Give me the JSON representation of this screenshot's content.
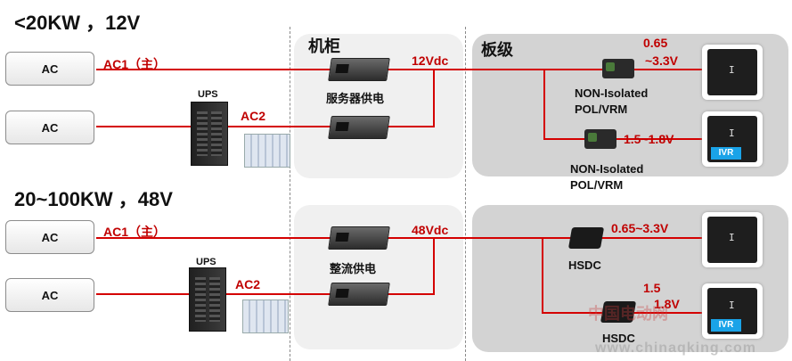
{
  "top": {
    "heading": "<20KW ，12V",
    "cabinet_title": "机柜",
    "board_title": "板级",
    "ac_top": "AC",
    "ac_bottom": "AC",
    "ac1_label": "AC1（主）",
    "ac2_label": "AC2",
    "ups_label": "UPS",
    "server_power_label": "服务器供电",
    "bus_label": "12Vdc",
    "pol_upper_voltage_line1": "0.65",
    "pol_upper_voltage_line2": "~3.3V",
    "pol_upper_label_line1": "NON-Isolated",
    "pol_upper_label_line2": "POL/VRM",
    "pol_lower_voltage": "1.5~1.8V",
    "pol_lower_label_line1": "NON-Isolated",
    "pol_lower_label_line2": "POL/VRM",
    "ivr_label": "IVR"
  },
  "bottom": {
    "heading": "20~100KW ，48V",
    "ac_top": "AC",
    "ac_bottom": "AC",
    "ac1_label": "AC1（主）",
    "ac2_label": "AC2",
    "ups_label": "UPS",
    "rectifier_label": "整流供电",
    "bus_label": "48Vdc",
    "hsdc_upper_voltage": "0.65~3.3V",
    "hsdc_upper_label": "HSDC",
    "hsdc_lower_voltage_line1": "1.5",
    "hsdc_lower_voltage_line2": "1.8V",
    "hsdc_lower_label": "HSDC",
    "ivr_label": "IVR"
  },
  "watermark": {
    "cn": "中国电动网",
    "url": "www.chinaqking.com"
  },
  "colors": {
    "line": "#d40000",
    "label": "#c00000",
    "ivr": "#1aa3e8"
  }
}
